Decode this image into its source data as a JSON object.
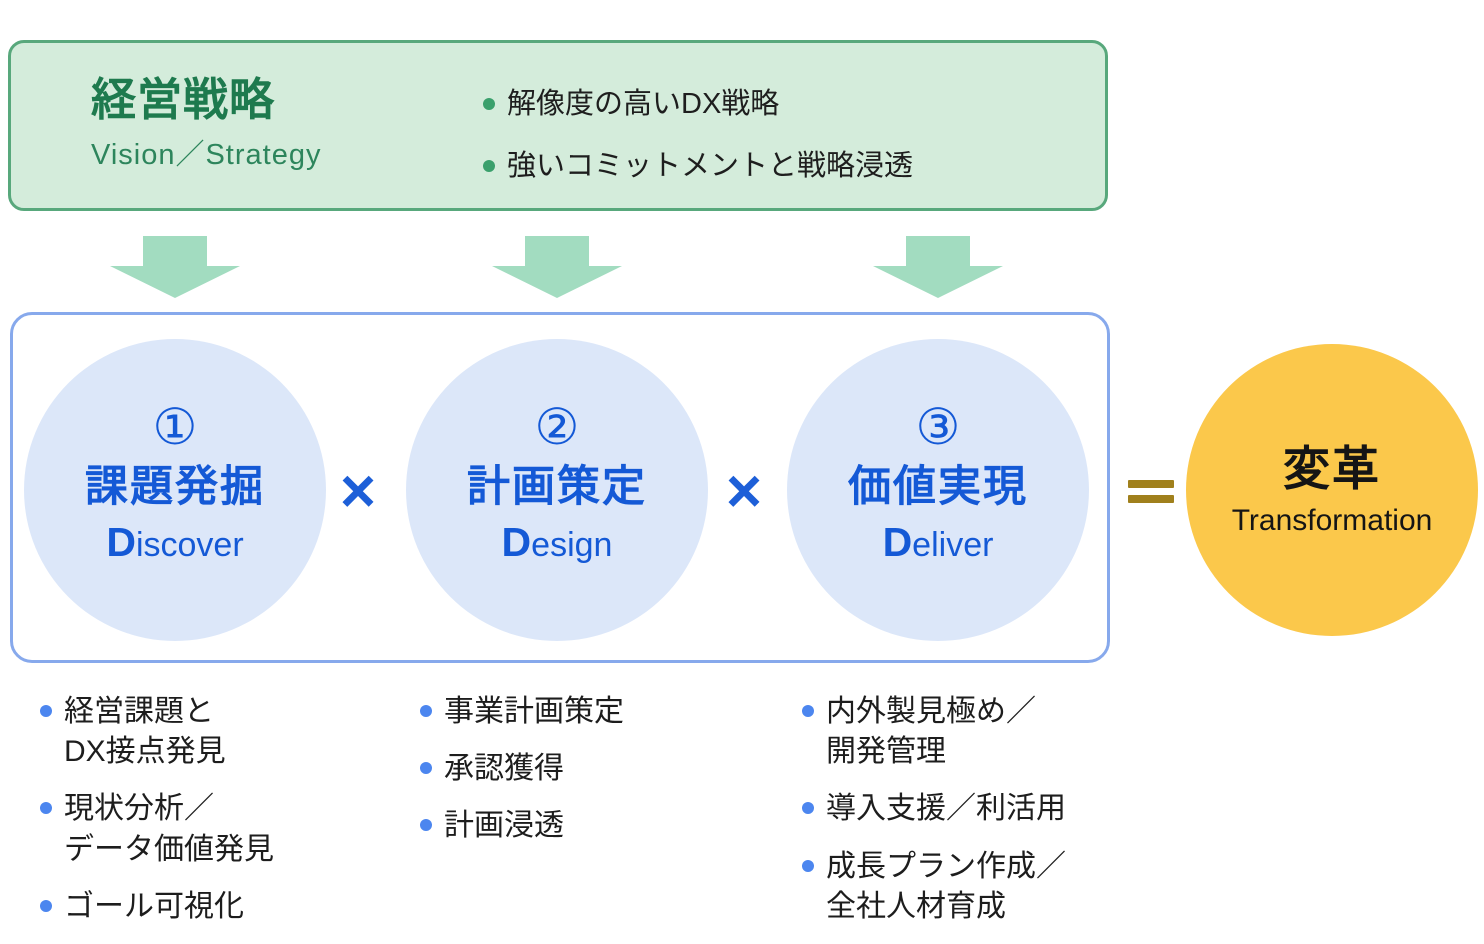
{
  "strategy_box": {
    "title": "経営戦略",
    "subtitle": "Vision／Strategy",
    "bullets": [
      {
        "lines": [
          "解像度の高いDX戦略"
        ]
      },
      {
        "lines": [
          "強いコミットメントと戦略浸透"
        ]
      }
    ]
  },
  "steps": [
    {
      "number": "①",
      "title": "課題発掘",
      "label_lead": "D",
      "label_rest": "iscover",
      "bullets": [
        {
          "lines": [
            "経営課題と",
            "DX接点発見"
          ]
        },
        {
          "lines": [
            "現状分析／",
            "データ価値発見"
          ]
        },
        {
          "lines": [
            "ゴール可視化"
          ]
        }
      ]
    },
    {
      "number": "②",
      "title": "計画策定",
      "label_lead": "D",
      "label_rest": "esign",
      "bullets": [
        {
          "lines": [
            "事業計画策定"
          ]
        },
        {
          "lines": [
            "承認獲得"
          ]
        },
        {
          "lines": [
            "計画浸透"
          ]
        }
      ]
    },
    {
      "number": "③",
      "title": "価値実現",
      "label_lead": "D",
      "label_rest": "eliver",
      "bullets": [
        {
          "lines": [
            "内外製見極め／",
            "開発管理"
          ]
        },
        {
          "lines": [
            "導入支援／利活用"
          ]
        },
        {
          "lines": [
            "成長プラン作成／",
            "全社人材育成"
          ]
        }
      ]
    }
  ],
  "operators": {
    "multiply": "×",
    "equals": "="
  },
  "result": {
    "title": "変革",
    "subtitle": "Transformation"
  },
  "colors": {
    "green_fill": "#d4ecdb",
    "green_border": "#58a87c",
    "green_title_text": "#1e7a4e",
    "mint_arrow": "#a2dcc0",
    "blue_border": "#87a9ec",
    "circle_fill": "#dce7f9",
    "blue_text": "#1459d6",
    "equals_gold": "#a0801c",
    "result_yellow": "#fbc84b",
    "body_text": "#1d1d1d",
    "bullet_dot_green": "#3aa06c",
    "bullet_dot_blue": "#4c86ef"
  }
}
